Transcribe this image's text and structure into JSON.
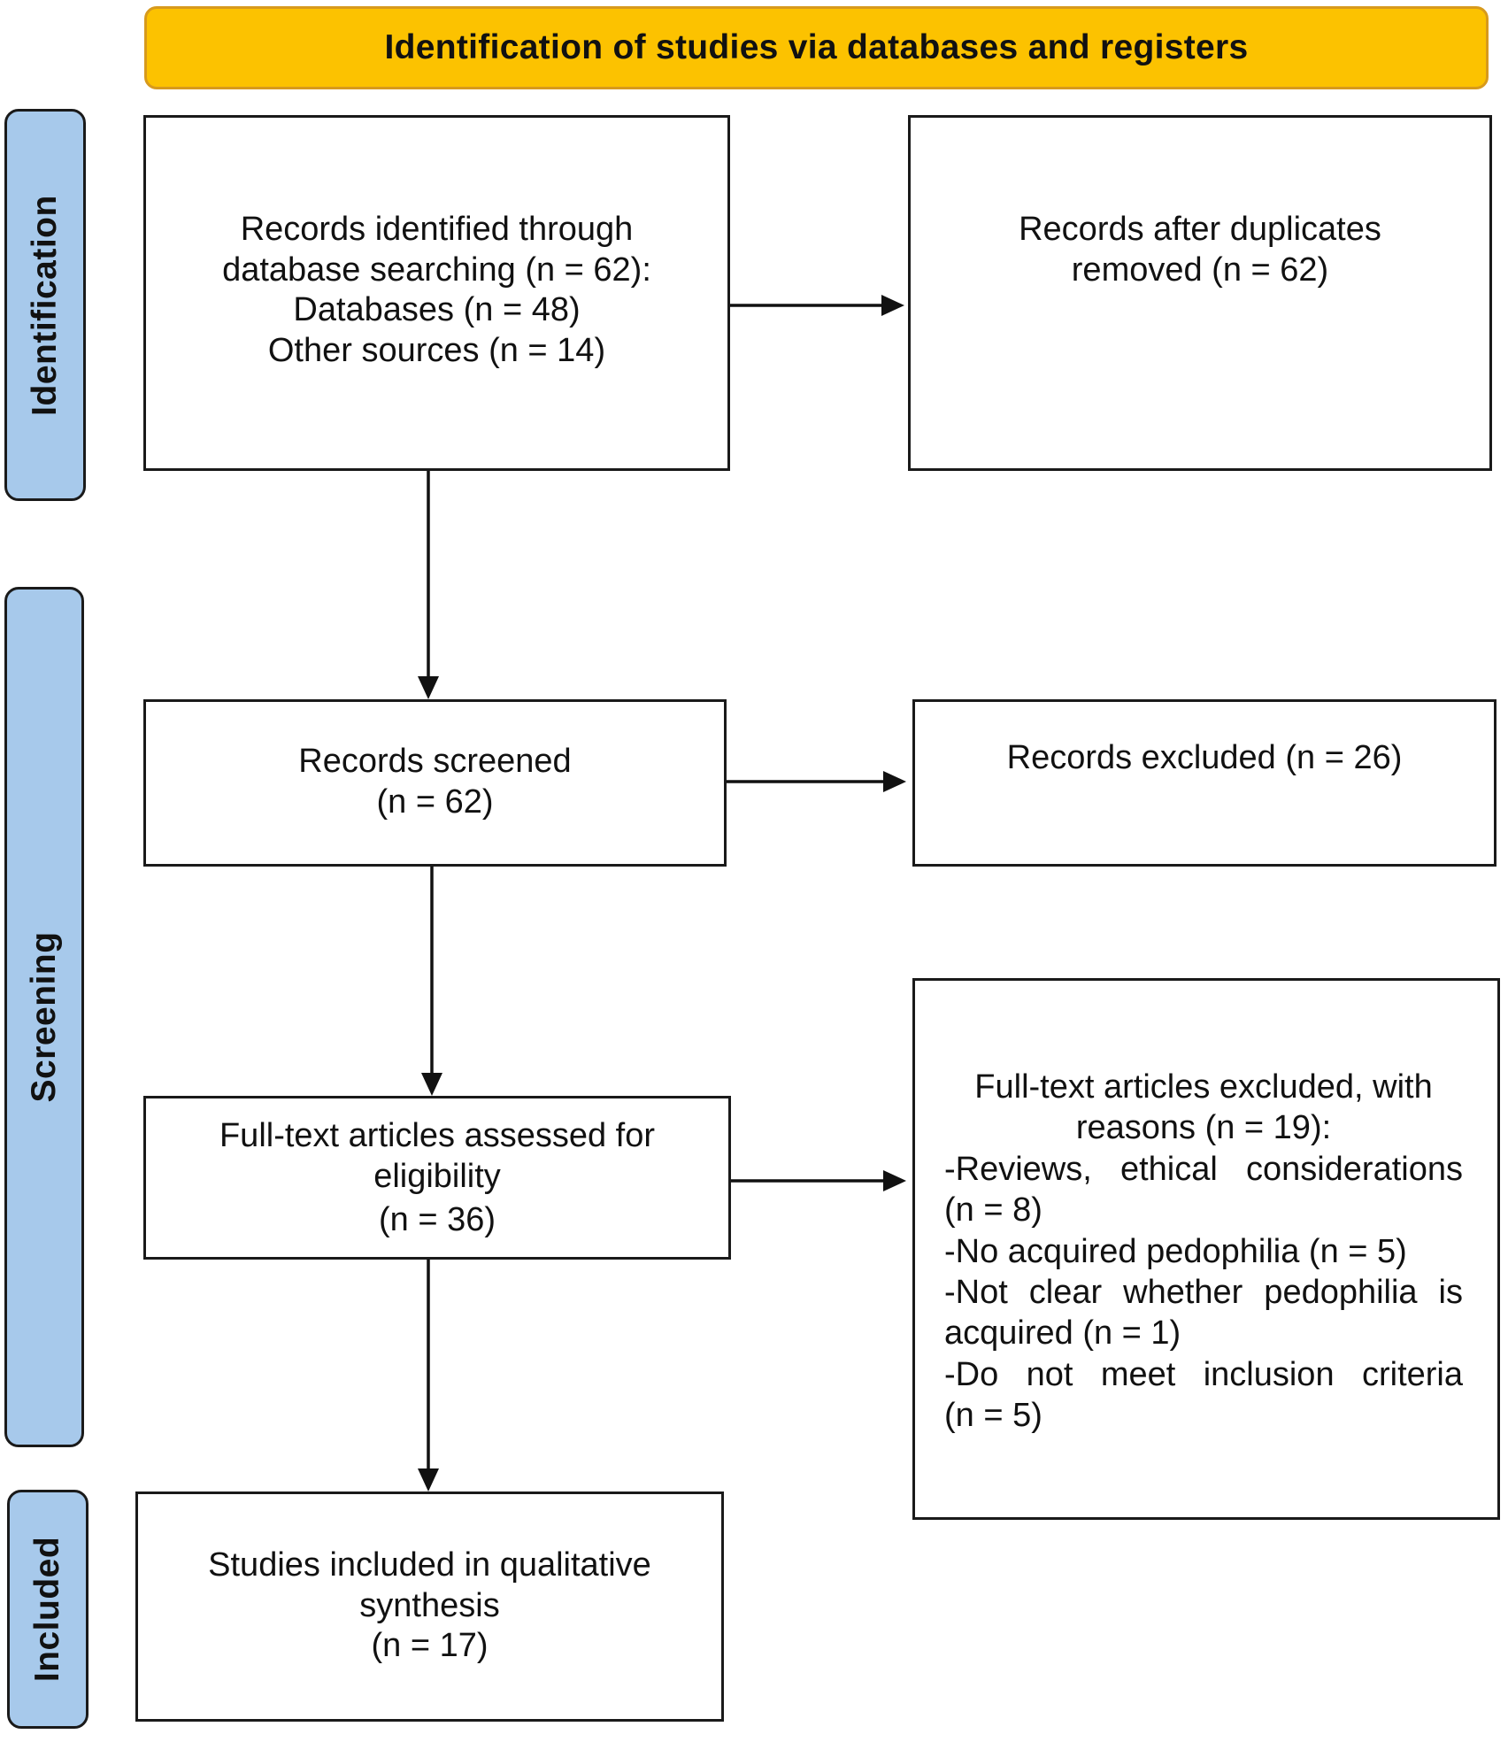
{
  "header": {
    "title": "Identification of studies via databases and registers"
  },
  "phases": {
    "identification": "Identification",
    "screening": "Screening",
    "included": "Included"
  },
  "boxes": {
    "records_identified": [
      "Records identified through",
      "database searching (n = 62):",
      "Databases (n = 48)",
      "Other sources (n = 14)"
    ],
    "after_duplicates": [
      "Records after duplicates",
      "removed (n = 62)"
    ],
    "screened": [
      "Records screened",
      "(n = 62)"
    ],
    "excluded": [
      "Records excluded (n = 26)"
    ],
    "fulltext_assessed": [
      "Full-text articles assessed for",
      "eligibility",
      "(n = 36)"
    ],
    "fulltext_excluded": {
      "heading": [
        "Full-text articles excluded, with",
        "reasons (n = 19):"
      ],
      "reasons": [
        "-Reviews, ethical considerations",
        "(n = 8)",
        "-No acquired pedophilia (n = 5)",
        "-Not clear whether pedophilia is",
        "acquired (n = 1)",
        "-Do not meet inclusion criteria",
        "(n = 5)"
      ]
    },
    "included_studies": [
      "Studies included in qualitative",
      "synthesis",
      "(n = 17)"
    ]
  }
}
